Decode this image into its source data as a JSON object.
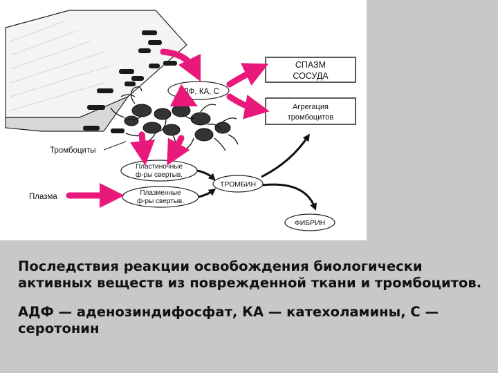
{
  "diagram": {
    "boxes": {
      "spasm_line1": "СПАЗМ",
      "spasm_line2": "СОСУДА",
      "aggregation_line1": "Агрегация",
      "aggregation_line2": "тромбоцитов",
      "platelet_factors_line1": "Пластиночные",
      "platelet_factors_line2": "ф-ры свертыв.",
      "plasma_factors_line1": "Плазменные",
      "plasma_factors_line2": "ф-ры свертыв.",
      "thrombin": "ТРОМБИН",
      "fibrin": "ФИБРИН",
      "mediators": "АДФ, КА, С"
    },
    "labels": {
      "platelets": "Тромбоциты",
      "plasma": "Плазма"
    },
    "colors": {
      "arrow_pink": "#e8197a",
      "arrow_black": "#111111",
      "background_gray": "#c8c8c8"
    }
  },
  "caption": {
    "paragraph1": "Последствия реакции освобождения биологически активных веществ из поврежденной ткани и тромбоцитов.",
    "paragraph2": "АДФ — аденозиндифосфат, КА — катехоламины, С — серотонин"
  }
}
